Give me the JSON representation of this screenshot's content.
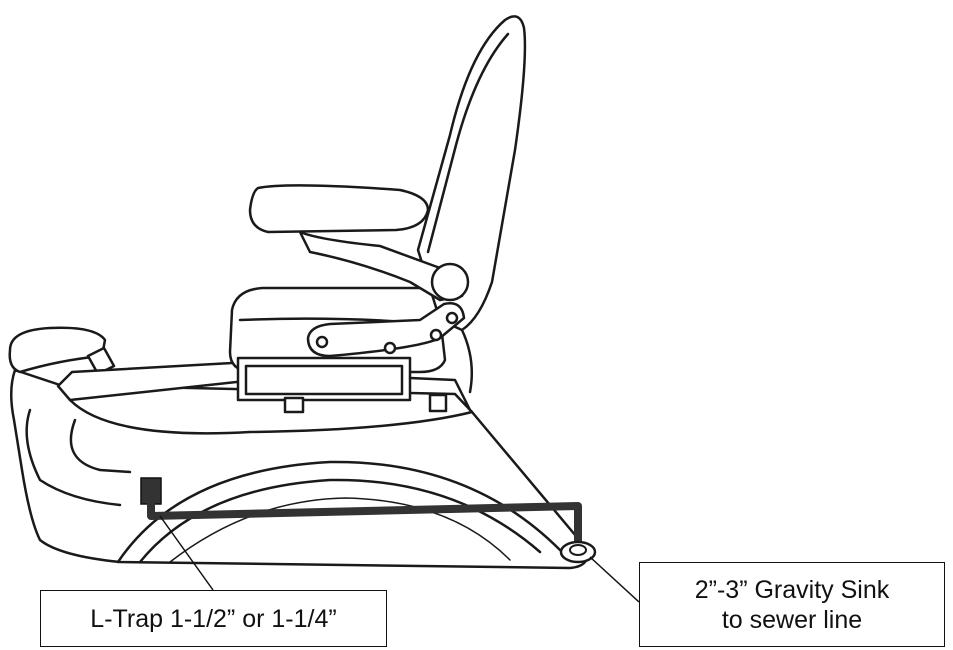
{
  "labels": {
    "ltrap": "L-Trap 1-1/2” or 1-1/4”",
    "sink_line1": "2”-3” Gravity Sink",
    "sink_line2": "to sewer line"
  },
  "colors": {
    "outline": "#1a1a1a",
    "pipe": "#333333",
    "background": "#ffffff"
  }
}
